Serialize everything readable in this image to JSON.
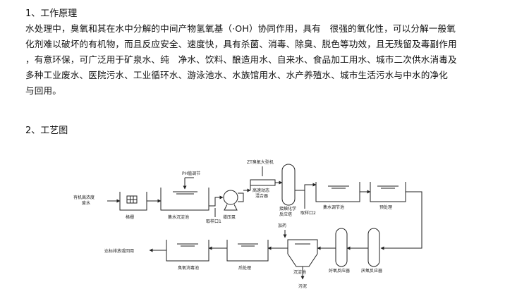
{
  "section1": {
    "heading": "1、工作原理",
    "lines": [
      "水处理中，臭氧和其在水中分解的中间产物氢氧基（·OH）协同作用，具有　很强的氧化性，可以分解一般氧",
      "化剂难以破坏的有机物，而且反应安全、速度快，具有杀菌、消毒、除臭、脱色等功效，且无残留及毒副作用",
      "，有意环保，可广泛用于矿泉水、纯　净水、饮料、酿造用水、自来水、食品加工用水、城市二次供水消毒及",
      "多种工业废水、医院污水、工业循环水、游泳池水、水族馆用水、水产养殖水、城市生活污水与中水的净化",
      "与回用。"
    ]
  },
  "section2": {
    "heading": "2、工艺图"
  },
  "diagram": {
    "labels": {
      "inlet": [
        "有机高浓度",
        "废水"
      ],
      "screen": "格栅",
      "ph_adjust": "PH值调节",
      "sed_tank": "集水沉淀池",
      "pump": "增压泵",
      "intake1": "取样口1",
      "ozone_gen": "ZT臭氧大型机",
      "mixer": [
        "高速动态",
        "混合器"
      ],
      "reactor": [
        "接触化学",
        "反应塔"
      ],
      "intake2": "取样口2",
      "adjust_tank": "集水调节池",
      "pretreat": "预处理",
      "discharge": "达标排放或回用",
      "disinfect": "臭氧消毒池",
      "posttreat": "后处理",
      "dosing": "加药",
      "settling": "沉淀池",
      "sludge": "污泥",
      "aerobic": "好氧反应器",
      "anaerobic": "厌氧反应器"
    }
  }
}
